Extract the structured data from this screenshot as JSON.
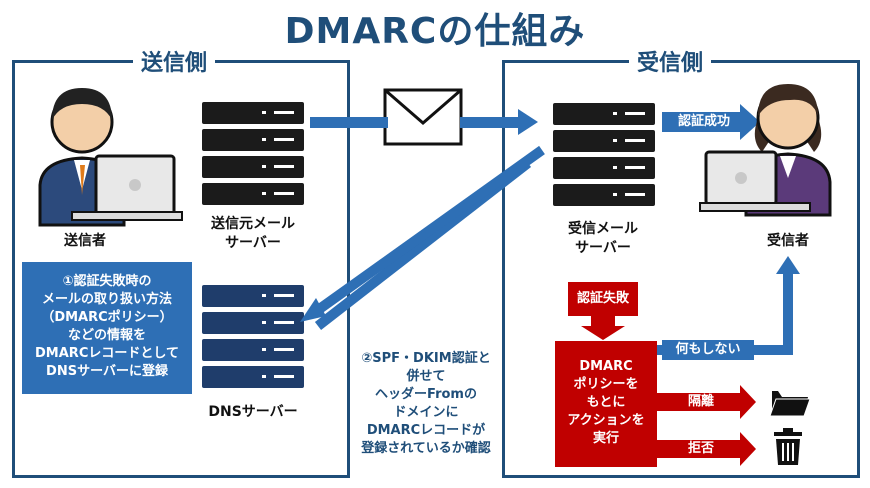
{
  "title": "DMARCの仕組み",
  "sender_panel": {
    "label": "送信側",
    "sender": "送信者",
    "sending_server": [
      "送信元メール",
      "サーバー"
    ],
    "dns_server": "DNSサーバー",
    "dns_note": [
      "①認証失敗時の",
      "メールの取り扱い方法",
      "（DMARCポリシー）",
      "などの情報を",
      "DMARCレコードとして",
      "DNSサーバーに登録"
    ]
  },
  "middle_note": [
    "②SPF・DKIM認証と",
    "併せて",
    "ヘッダーFromの",
    "ドメインに",
    "DMARCレコードが",
    "登録されているか確認"
  ],
  "receiver_panel": {
    "label": "受信側",
    "receiving_server": [
      "受信メール",
      "サーバー"
    ],
    "receiver": "受信者",
    "auth_success": "認証成功",
    "auth_failure": "認証失敗",
    "policy_box": [
      "DMARC",
      "ポリシーを",
      "もとに",
      "アクションを",
      "実行"
    ],
    "action_none": "何もしない",
    "action_quarantine": "隔離",
    "action_reject": "拒否"
  },
  "colors": {
    "navy": "#1f4e79",
    "blue": "#2e6fb5",
    "red": "#c00000",
    "server": "#1b1b1b",
    "dns": "#1f3d6b"
  },
  "icons": [
    "person-laptop-icon",
    "server-icon",
    "envelope-icon",
    "folder-icon",
    "trash-icon"
  ]
}
